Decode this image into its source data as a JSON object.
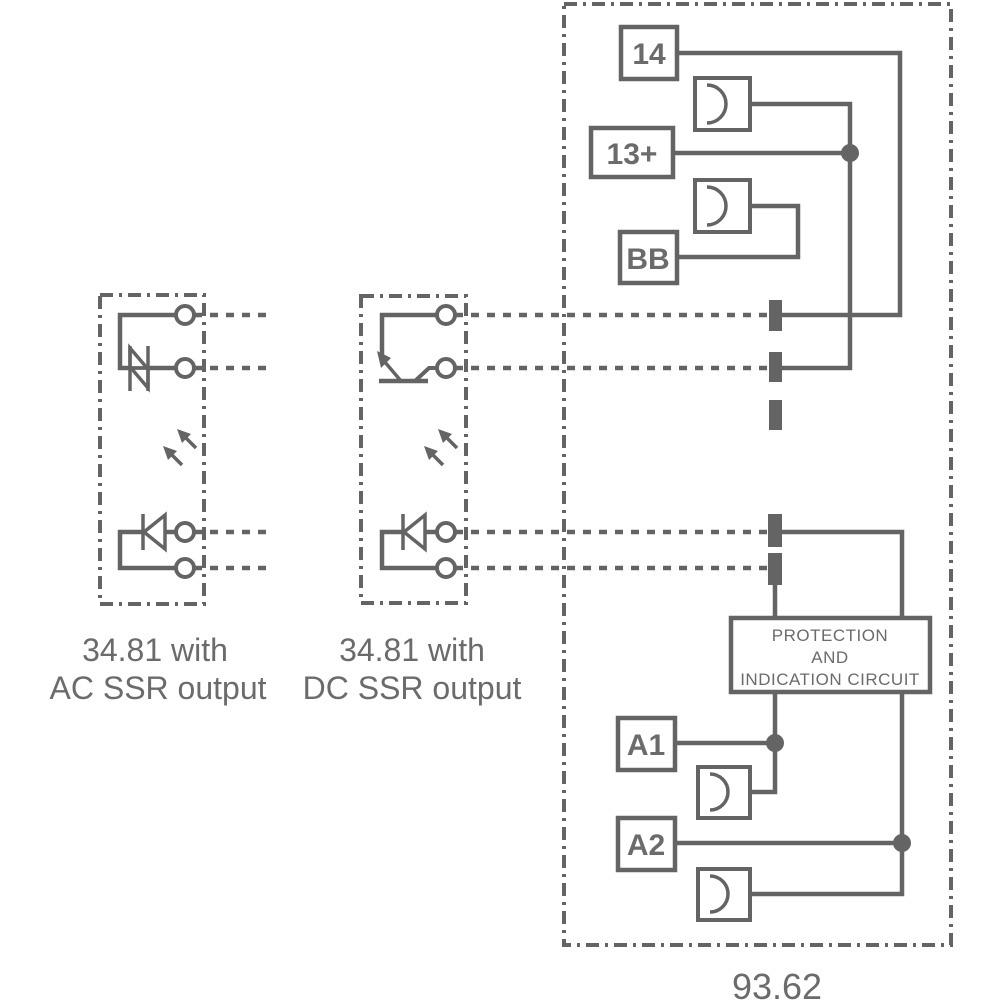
{
  "colors": {
    "stroke": "#646464",
    "text": "#6b6b6b",
    "background": "#ffffff"
  },
  "modules": {
    "ac_ssr": {
      "caption_line1": "34.81 with",
      "caption_line2": "AC SSR output",
      "icons": [
        "triac-icon",
        "light-arrows-icon",
        "led-diode-icon",
        "terminal-circle"
      ]
    },
    "dc_ssr": {
      "caption_line1": "34.81 with",
      "caption_line2": "DC SSR output",
      "icons": [
        "transistor-icon",
        "light-arrows-icon",
        "led-diode-icon",
        "terminal-circle"
      ]
    },
    "socket": {
      "caption": "93.62",
      "terminals": {
        "t14": "14",
        "t13": "13+",
        "tbb": "BB",
        "ta1": "A1",
        "ta2": "A2"
      },
      "protection_box": {
        "line1": "PROTECTION",
        "line2": "AND",
        "line3": "INDICATION CIRCUIT"
      },
      "icons": [
        "socket-contact-icon",
        "plug-in-contact-bar",
        "junction-dot"
      ]
    }
  }
}
